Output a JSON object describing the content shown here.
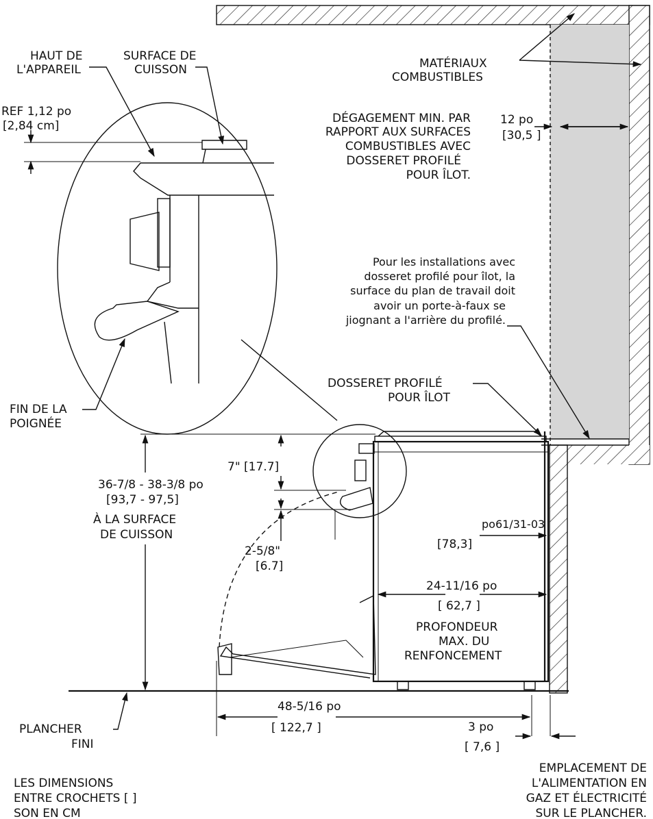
{
  "labels": {
    "haut_appareil": [
      "HAUT DE",
      "L'APPAREIL"
    ],
    "surface_cuisson": [
      "SURFACE DE",
      "CUISSON"
    ],
    "ref": [
      "REF 1,12 po",
      "[2,84 cm]"
    ],
    "materiaux": [
      "MATÉRIAUX",
      "COMBUSTIBLES"
    ],
    "degagement": [
      "DÉGAGEMENT MIN. PAR",
      "RAPPORT AUX SURFACES",
      "COMBUSTIBLES AVEC",
      "DOSSERET PROFILÉ",
      "POUR ÎLOT."
    ],
    "dim_12po": [
      "12 po",
      "[30,5 ]"
    ],
    "note_installation": [
      "Pour les installations avec",
      "dosseret profilé pour îlot, la",
      "surface du plan de travail doit",
      "avoir un porte-à-faux se",
      "jiognant a l'arrière du profilé."
    ],
    "dosseret": [
      "DOSSERET PROFILÉ",
      "POUR ÎLOT"
    ],
    "fin_poignee": [
      "FIN DE LA",
      "POIGNÉE"
    ],
    "dim_7": "7\" [17.7]",
    "dim_height": [
      "36-7/8 - 38-3/8 po",
      "[93,7 - 97,5]",
      "À LA SURFACE",
      "DE CUISSON"
    ],
    "ref_code": "po61/31-03",
    "dim_78": "[78,3]",
    "dim_258": [
      "2-5/8\"",
      "[6.7]"
    ],
    "dim_depth": [
      "24-11/16 po",
      "[ 62,7 ]"
    ],
    "profondeur": [
      "PROFONDEUR",
      "MAX. DU",
      "RENFONCEMENT"
    ],
    "dim_48": [
      "48-5/16 po",
      "[ 122,7 ]"
    ],
    "dim_3po": [
      "3 po",
      "[ 7,6 ]"
    ],
    "plancher": [
      "PLANCHER",
      "FINI"
    ],
    "dimensions_note": [
      "LES DIMENSIONS",
      "ENTRE CROCHETS [ ]",
      "SON EN CM"
    ],
    "emplacement": [
      "EMPLACEMENT DE",
      "L'ALIMENTATION EN",
      "GAZ ET ÉLECTRICITÉ",
      "SUR LE PLANCHER."
    ]
  }
}
